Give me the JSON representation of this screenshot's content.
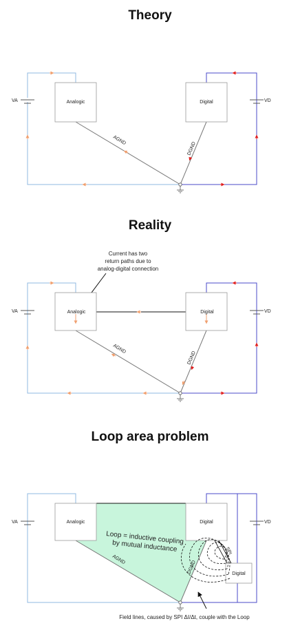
{
  "titles": {
    "theory": "Theory",
    "reality": "Reality",
    "loop": "Loop area problem"
  },
  "labels": {
    "va": "VA",
    "vd": "VD",
    "analogic": "Analogic",
    "digital": "Digital",
    "agnd": "AGND",
    "dgnd": "DGND",
    "spi": "SPI"
  },
  "annotations": {
    "current_line1": "Current has two",
    "current_line2": "return paths due to",
    "current_line3": "analog-digital connection",
    "loop_line1": "Loop = inductive coupling",
    "loop_line2": "by mutual inductance",
    "field_lines": "Field lines, caused by SPI ΔI/Δt, couple with the Loop"
  },
  "colors": {
    "analog_wire": "#8fb8e0",
    "digital_wire": "#4a4ac8",
    "analog_arrow": "#f0a070",
    "digital_arrow": "#e02020",
    "loop_fill": "#c8f5dc",
    "ground_wire": "#777777"
  }
}
